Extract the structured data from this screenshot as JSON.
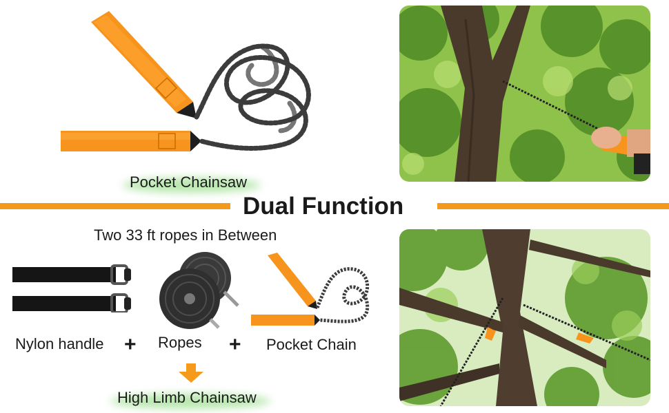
{
  "top_caption": "Pocket Chainsaw",
  "headline": "Dual Function",
  "ropes_note": "Two 33 ft ropes in Between",
  "components": [
    {
      "label": "Nylon handle"
    },
    {
      "label": "Ropes"
    },
    {
      "label": "Pocket Chain"
    }
  ],
  "operators": [
    "+",
    "+"
  ],
  "result_caption": "High Limb Chainsaw",
  "colors": {
    "strap_orange": "#f7941d",
    "divider_orange": "#f39a1c",
    "arrow_orange": "#f59a1a",
    "glow_green": "#7dd36a",
    "chain_gray": "#3c3c3c",
    "leaf_green": "#5e9b2d",
    "bark_brown": "#4a3a2c"
  },
  "icons": {
    "divider_left": "orange-rule",
    "divider_right": "orange-rule",
    "result_arrow": "down-arrow-icon"
  }
}
